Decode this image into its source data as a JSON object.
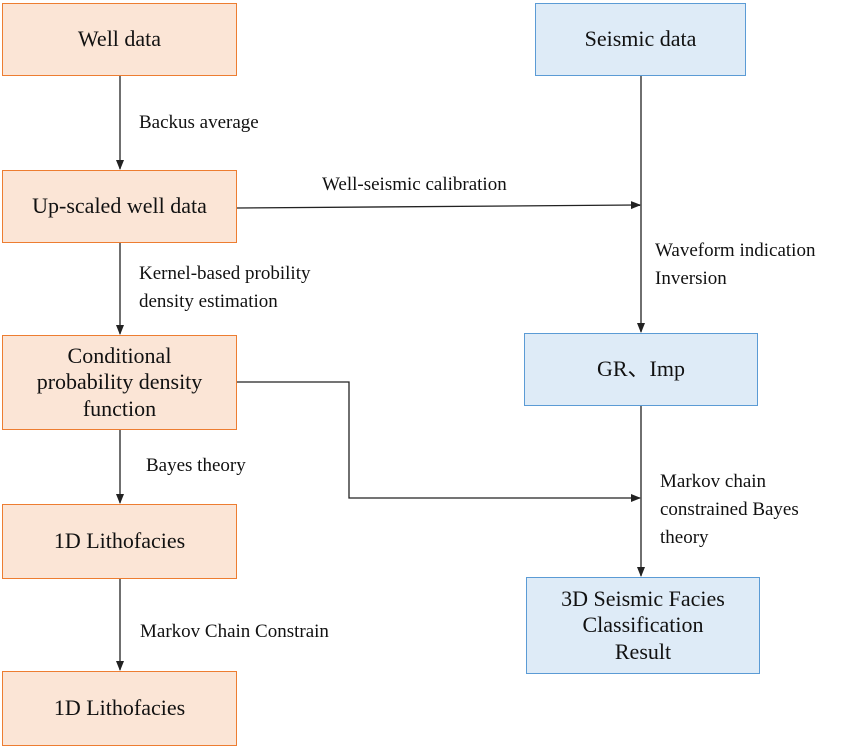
{
  "nodes": {
    "well_data": {
      "label": "Well data"
    },
    "seismic_data": {
      "label": "Seismic data"
    },
    "upscaled_well_data": {
      "label": "Up-scaled well data"
    },
    "conditional_pdf": {
      "lines": [
        "Conditional",
        "probability density",
        "function"
      ]
    },
    "gr_imp": {
      "label": "GR、Imp"
    },
    "lithofacies_1": {
      "label": "1D Lithofacies"
    },
    "lithofacies_2": {
      "label": "1D Lithofacies"
    },
    "seismic_facies_result": {
      "lines": [
        "3D Seismic Facies",
        "Classification",
        "Result"
      ]
    }
  },
  "edge_labels": {
    "backus": "Backus average",
    "well_seismic": "Well-seismic calibration",
    "kernel": [
      "Kernel-based probility",
      "density estimation"
    ],
    "waveform": [
      "Waveform indication",
      "Inversion"
    ],
    "bayes": "Bayes theory",
    "markov_bayes": [
      "Markov chain",
      "constrained Bayes",
      "theory"
    ],
    "markov_constrain": "Markov Chain Constrain"
  },
  "colors": {
    "orange_fill": "#fbe5d6",
    "orange_border": "#ed7d31",
    "blue_fill": "#deebf7",
    "blue_border": "#5b9bd5",
    "arrow": "#222222"
  }
}
